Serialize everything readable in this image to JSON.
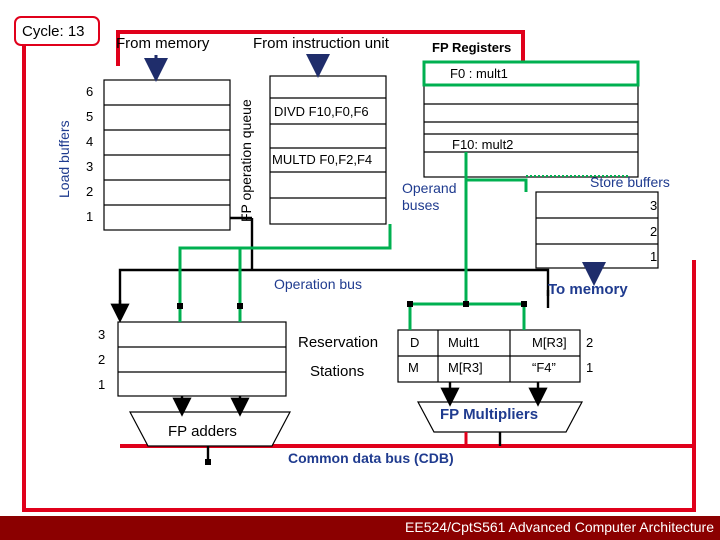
{
  "cycle_label": "Cycle: 13",
  "labels": {
    "from_memory": "From memory",
    "from_instruction_unit": "From instruction unit",
    "fp_registers": "FP Registers",
    "load_buffers": "Load buffers",
    "fp_operation_queue": "FP operation queue",
    "operand_buses": "Operand buses",
    "store_buffers": "Store buffers",
    "operation_bus": "Operation bus",
    "to_memory": "To memory",
    "reservation_stations": [
      "Reservation",
      "Stations"
    ],
    "fp_adders": "FP adders",
    "fp_multipliers": "FP Multipliers",
    "cdb": "Common data bus (CDB)"
  },
  "load_buffer_rows": [
    "6",
    "5",
    "4",
    "3",
    "2",
    "1"
  ],
  "queue_entries": [
    "DIVD F10,F0,F6",
    "MULTD F0,F2,F4"
  ],
  "registers": [
    "F0 : mult1",
    "F10: mult2"
  ],
  "store_buffer_rows": [
    "3",
    "2",
    "1"
  ],
  "adder_rows": [
    "3",
    "2",
    "1"
  ],
  "multiplier_rs": [
    {
      "op": "D",
      "vj": "Mult1",
      "vk": "M[R3]",
      "idx": "2"
    },
    {
      "op": "M",
      "vj": "M[R3]",
      "vk": "“F4”",
      "idx": "1"
    }
  ],
  "footer": "EE524/CptS561 Advanced Computer Architecture",
  "colors": {
    "red": "#e0001b",
    "green": "#00b050",
    "black": "#000000",
    "navy": "#1f2d6b",
    "footer": "#8b0000"
  }
}
